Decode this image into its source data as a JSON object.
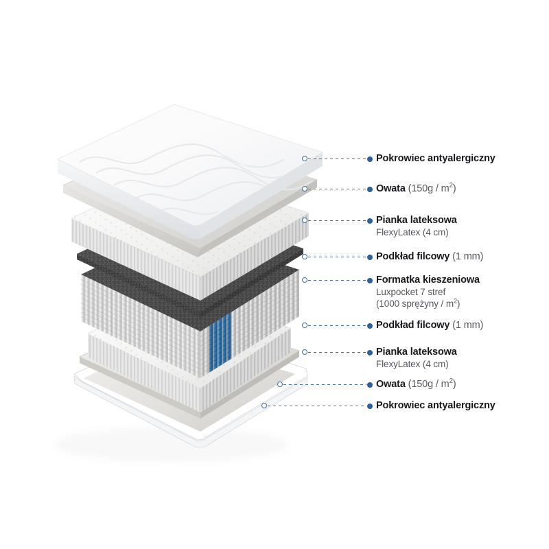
{
  "diagram": {
    "title": "Mattress layer cross-section",
    "accent_color": "#2c5f9e",
    "leader_dash_color": "#3f6ea8",
    "text_color": "#16181c",
    "subtext_color": "#54585d",
    "background": "#ffffff",
    "spring_highlight_color": "#2c6da3",
    "felt_color": "#4a4a4a"
  },
  "labels": [
    {
      "id": "cover-top",
      "title": "Pokrowiec antyalergiczny",
      "inline_note": "",
      "sub": "",
      "sub2": ""
    },
    {
      "id": "wadding-top",
      "title": "Owata",
      "inline_note": "(150g / m²)",
      "sub": "",
      "sub2": ""
    },
    {
      "id": "latex-top",
      "title": "Pianka lateksowa",
      "inline_note": "",
      "sub": "FlexyLatex (4 cm)",
      "sub2": ""
    },
    {
      "id": "felt-top",
      "title": "Podkład filcowy",
      "inline_note": "(1 mm)",
      "sub": "",
      "sub2": ""
    },
    {
      "id": "pocket-core",
      "title": "Formatka kieszeniowa",
      "inline_note": "",
      "sub": "Luxpocket 7 stref",
      "sub2": "(1000 sprężyny / m²)"
    },
    {
      "id": "felt-bottom",
      "title": "Podkład filcowy",
      "inline_note": "(1 mm)",
      "sub": "",
      "sub2": ""
    },
    {
      "id": "latex-bottom",
      "title": "Pianka lateksowa",
      "inline_note": "",
      "sub": "FlexyLatex (4 cm)",
      "sub2": ""
    },
    {
      "id": "wadding-bottom",
      "title": "Owata",
      "inline_note": "(150g / m²)",
      "sub": "",
      "sub2": ""
    },
    {
      "id": "cover-bottom",
      "title": "Pokrowiec antyalergiczny",
      "inline_note": "",
      "sub": "",
      "sub2": ""
    }
  ]
}
